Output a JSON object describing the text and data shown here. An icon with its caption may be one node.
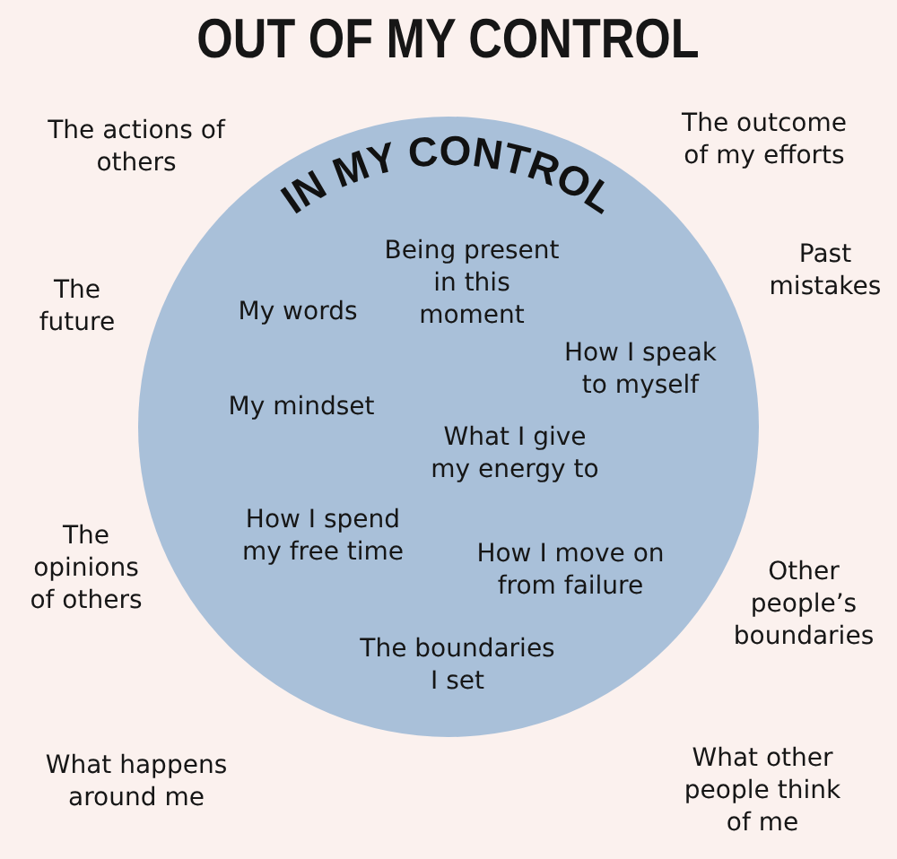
{
  "diagram": {
    "title": "OUT OF MY CONTROL",
    "nodes": [
      {
        "text": [
          "IN MY CONTROL",
          "Being present in this moment",
          "My words",
          "How I speak to myself",
          "My mindset",
          "What I give my energy to",
          "How I spend my free time",
          "How I move on from failure",
          "The boundaries I set"
        ]
      }
    ],
    "labels": [
      "The actions of others",
      "The outcome of my efforts",
      "The future",
      "Past mistakes",
      "The opinions of others",
      "Other people’s boundaries",
      "What happens around me",
      "What other people think of me"
    ]
  }
}
